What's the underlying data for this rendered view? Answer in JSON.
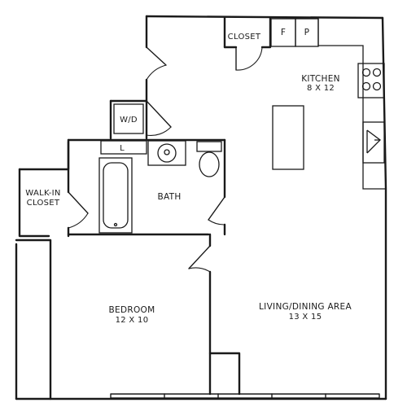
{
  "rooms": {
    "kitchen": {
      "name": "KITCHEN",
      "size": "8 X 12"
    },
    "living": {
      "name": "LIVING/DINING AREA",
      "size": "13 X 15"
    },
    "bedroom": {
      "name": "BEDROOM",
      "size": "12 X 10"
    },
    "bath": {
      "name": "BATH"
    },
    "closet": {
      "name": "CLOSET"
    },
    "walkin": {
      "line1": "WALK-IN",
      "line2": "CLOSET"
    }
  },
  "fixtures": {
    "fridge": "F",
    "pantry": "P",
    "washer_dryer": "W/D",
    "linen": "L"
  }
}
